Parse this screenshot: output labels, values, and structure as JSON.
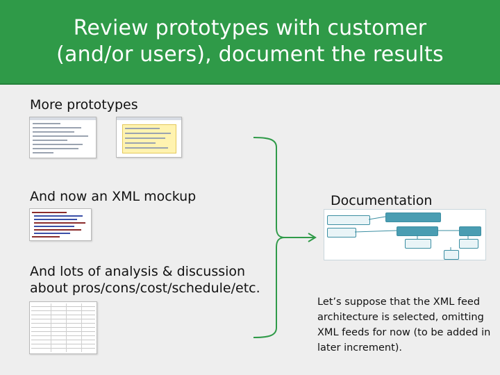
{
  "title": {
    "line1": "Review prototypes with customer",
    "line2": "(and/or users), document the results"
  },
  "left": {
    "more_prototypes": "More prototypes",
    "xml_mockup": "And now an XML mockup",
    "analysis_line1": "And lots of analysis & discussion",
    "analysis_line2": "about pros/cons/cost/schedule/etc."
  },
  "right": {
    "documentation": "Documentation",
    "note": "Let’s suppose that the XML feed architecture is selected, omitting XML feeds for now (to be added in later increment)."
  },
  "colors": {
    "title_background": "#2f9a48",
    "title_text": "#ffffff",
    "bracket": "#2f9a48",
    "diagram_node": "#4a9db2"
  }
}
